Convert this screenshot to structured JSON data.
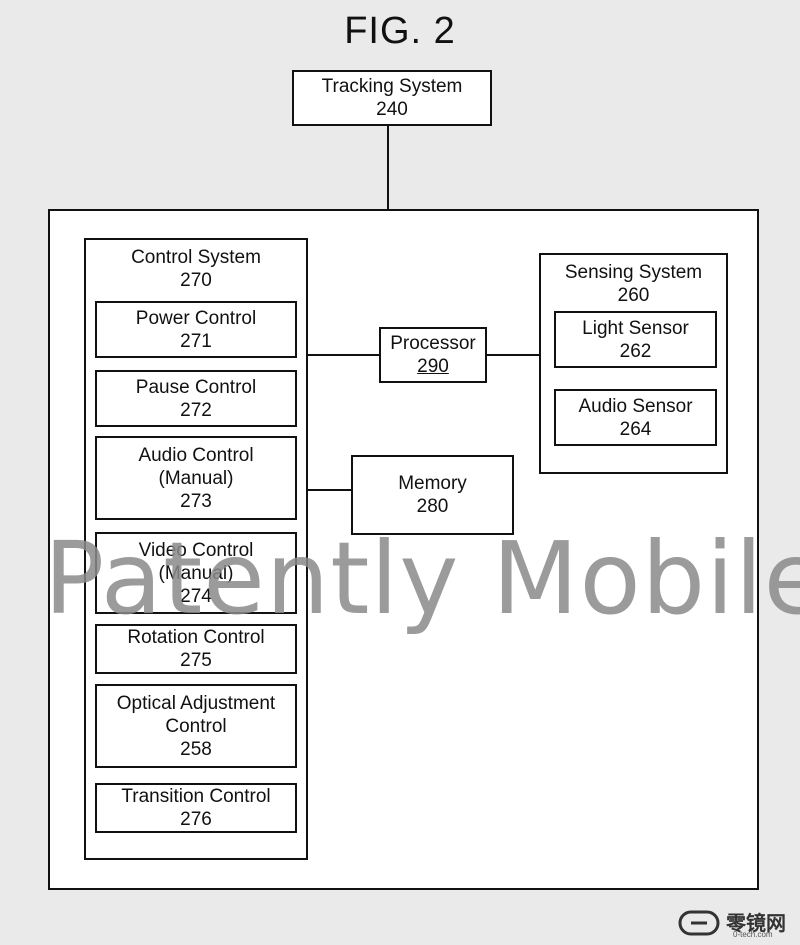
{
  "figure": {
    "title": "FIG. 2"
  },
  "tracking_system": {
    "name": "Tracking System",
    "ref": "240"
  },
  "control_system": {
    "name": "Control System",
    "ref": "270",
    "modules": [
      {
        "line1": "Power Control",
        "ref": "271"
      },
      {
        "line1": "Pause Control",
        "ref": "272"
      },
      {
        "line1": "Audio Control",
        "line2": "(Manual)",
        "ref": "273"
      },
      {
        "line1": "Video Control",
        "line2": "(Manual)",
        "ref": "274"
      },
      {
        "line1": "Rotation Control",
        "ref": "275"
      },
      {
        "line1": "Optical Adjustment",
        "line2": "Control",
        "ref": "258"
      },
      {
        "line1": "Transition Control",
        "ref": "276"
      }
    ]
  },
  "processor": {
    "name": "Processor",
    "ref": "290"
  },
  "memory": {
    "name": "Memory",
    "ref": "280"
  },
  "sensing_system": {
    "name": "Sensing System",
    "ref": "260",
    "sensors": [
      {
        "name": "Light Sensor",
        "ref": "262"
      },
      {
        "name": "Audio Sensor",
        "ref": "264"
      }
    ]
  },
  "watermark": {
    "text": "Patently Mobile"
  },
  "corner_logo": {
    "text": "零镜网",
    "sub": "0-tech.com"
  }
}
